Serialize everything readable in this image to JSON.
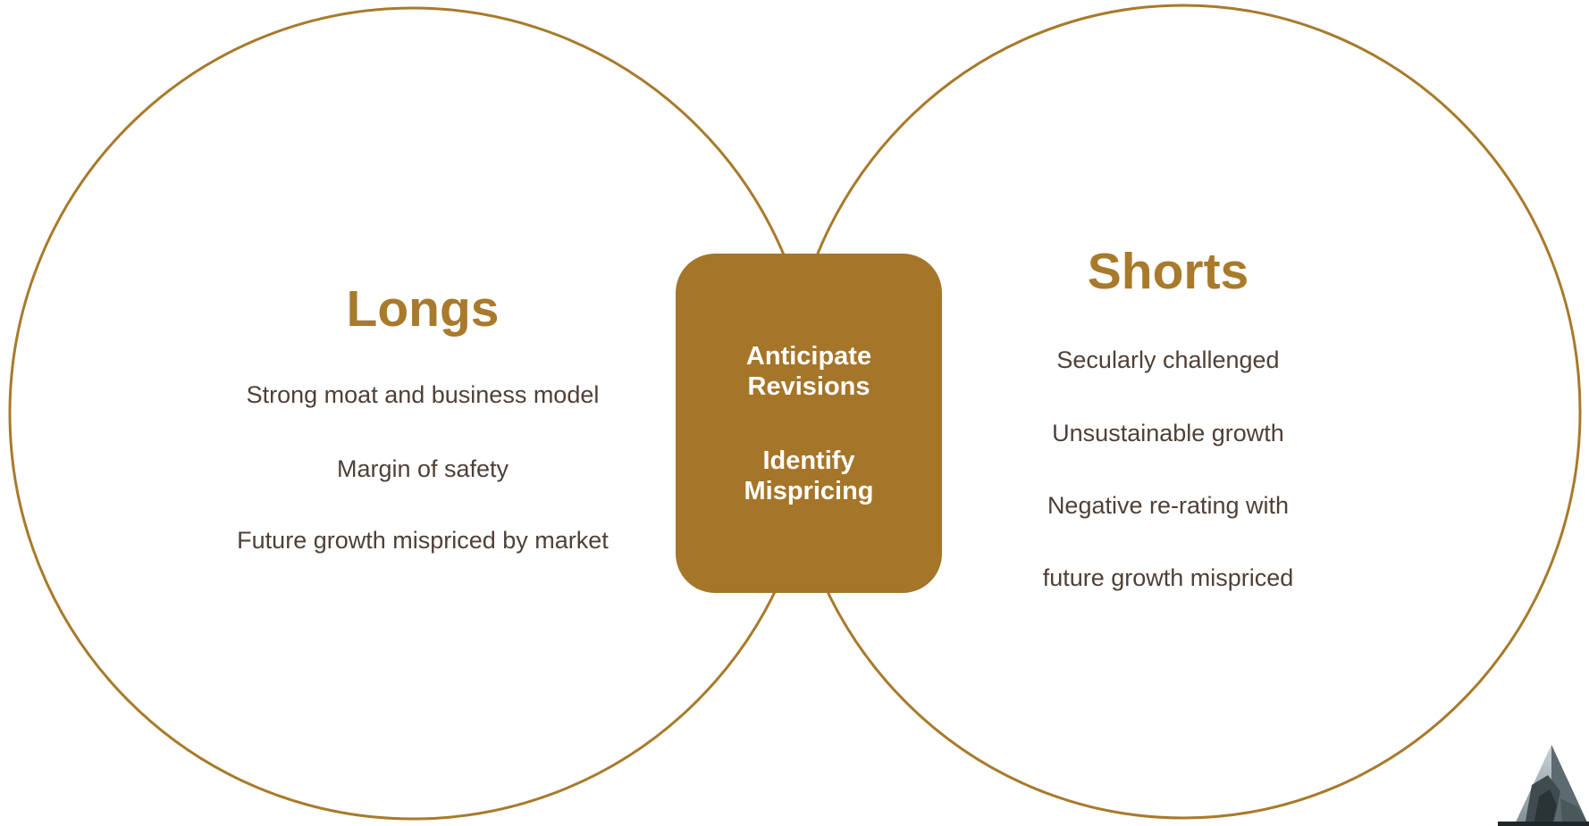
{
  "colors": {
    "accent": "#a87a2b",
    "center_fill": "#a57529",
    "body_text": "#4f4038",
    "center_text": "#ffffff"
  },
  "longs": {
    "title": "Longs",
    "items": [
      "Strong moat and business model",
      "Margin of safety",
      "Future growth mispriced by market"
    ]
  },
  "shorts": {
    "title": "Shorts",
    "items": [
      "Secularly challenged",
      "Unsustainable growth",
      "Negative re-rating with",
      "future growth mispriced"
    ]
  },
  "center": {
    "line1": "Anticipate",
    "line2": "Revisions",
    "line3": "Identify",
    "line4": "Mispricing"
  },
  "logo": {
    "icon": "mountain-logo-icon"
  }
}
